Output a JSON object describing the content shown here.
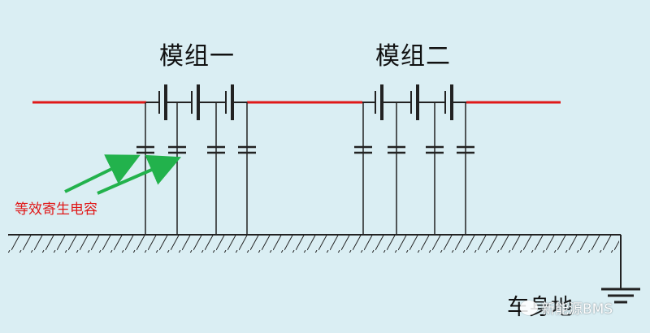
{
  "modules": [
    {
      "title": "模组一"
    },
    {
      "title": "模组二"
    }
  ],
  "annotation": {
    "label": "等效寄生电容",
    "color": "#e01818"
  },
  "ground": {
    "label": "车身地"
  },
  "watermark": {
    "text": "新能源BMS"
  },
  "colors": {
    "background": "#daeef3",
    "bus_line": "#e01818",
    "arrow": "#22b24c",
    "wire": "#222222"
  }
}
